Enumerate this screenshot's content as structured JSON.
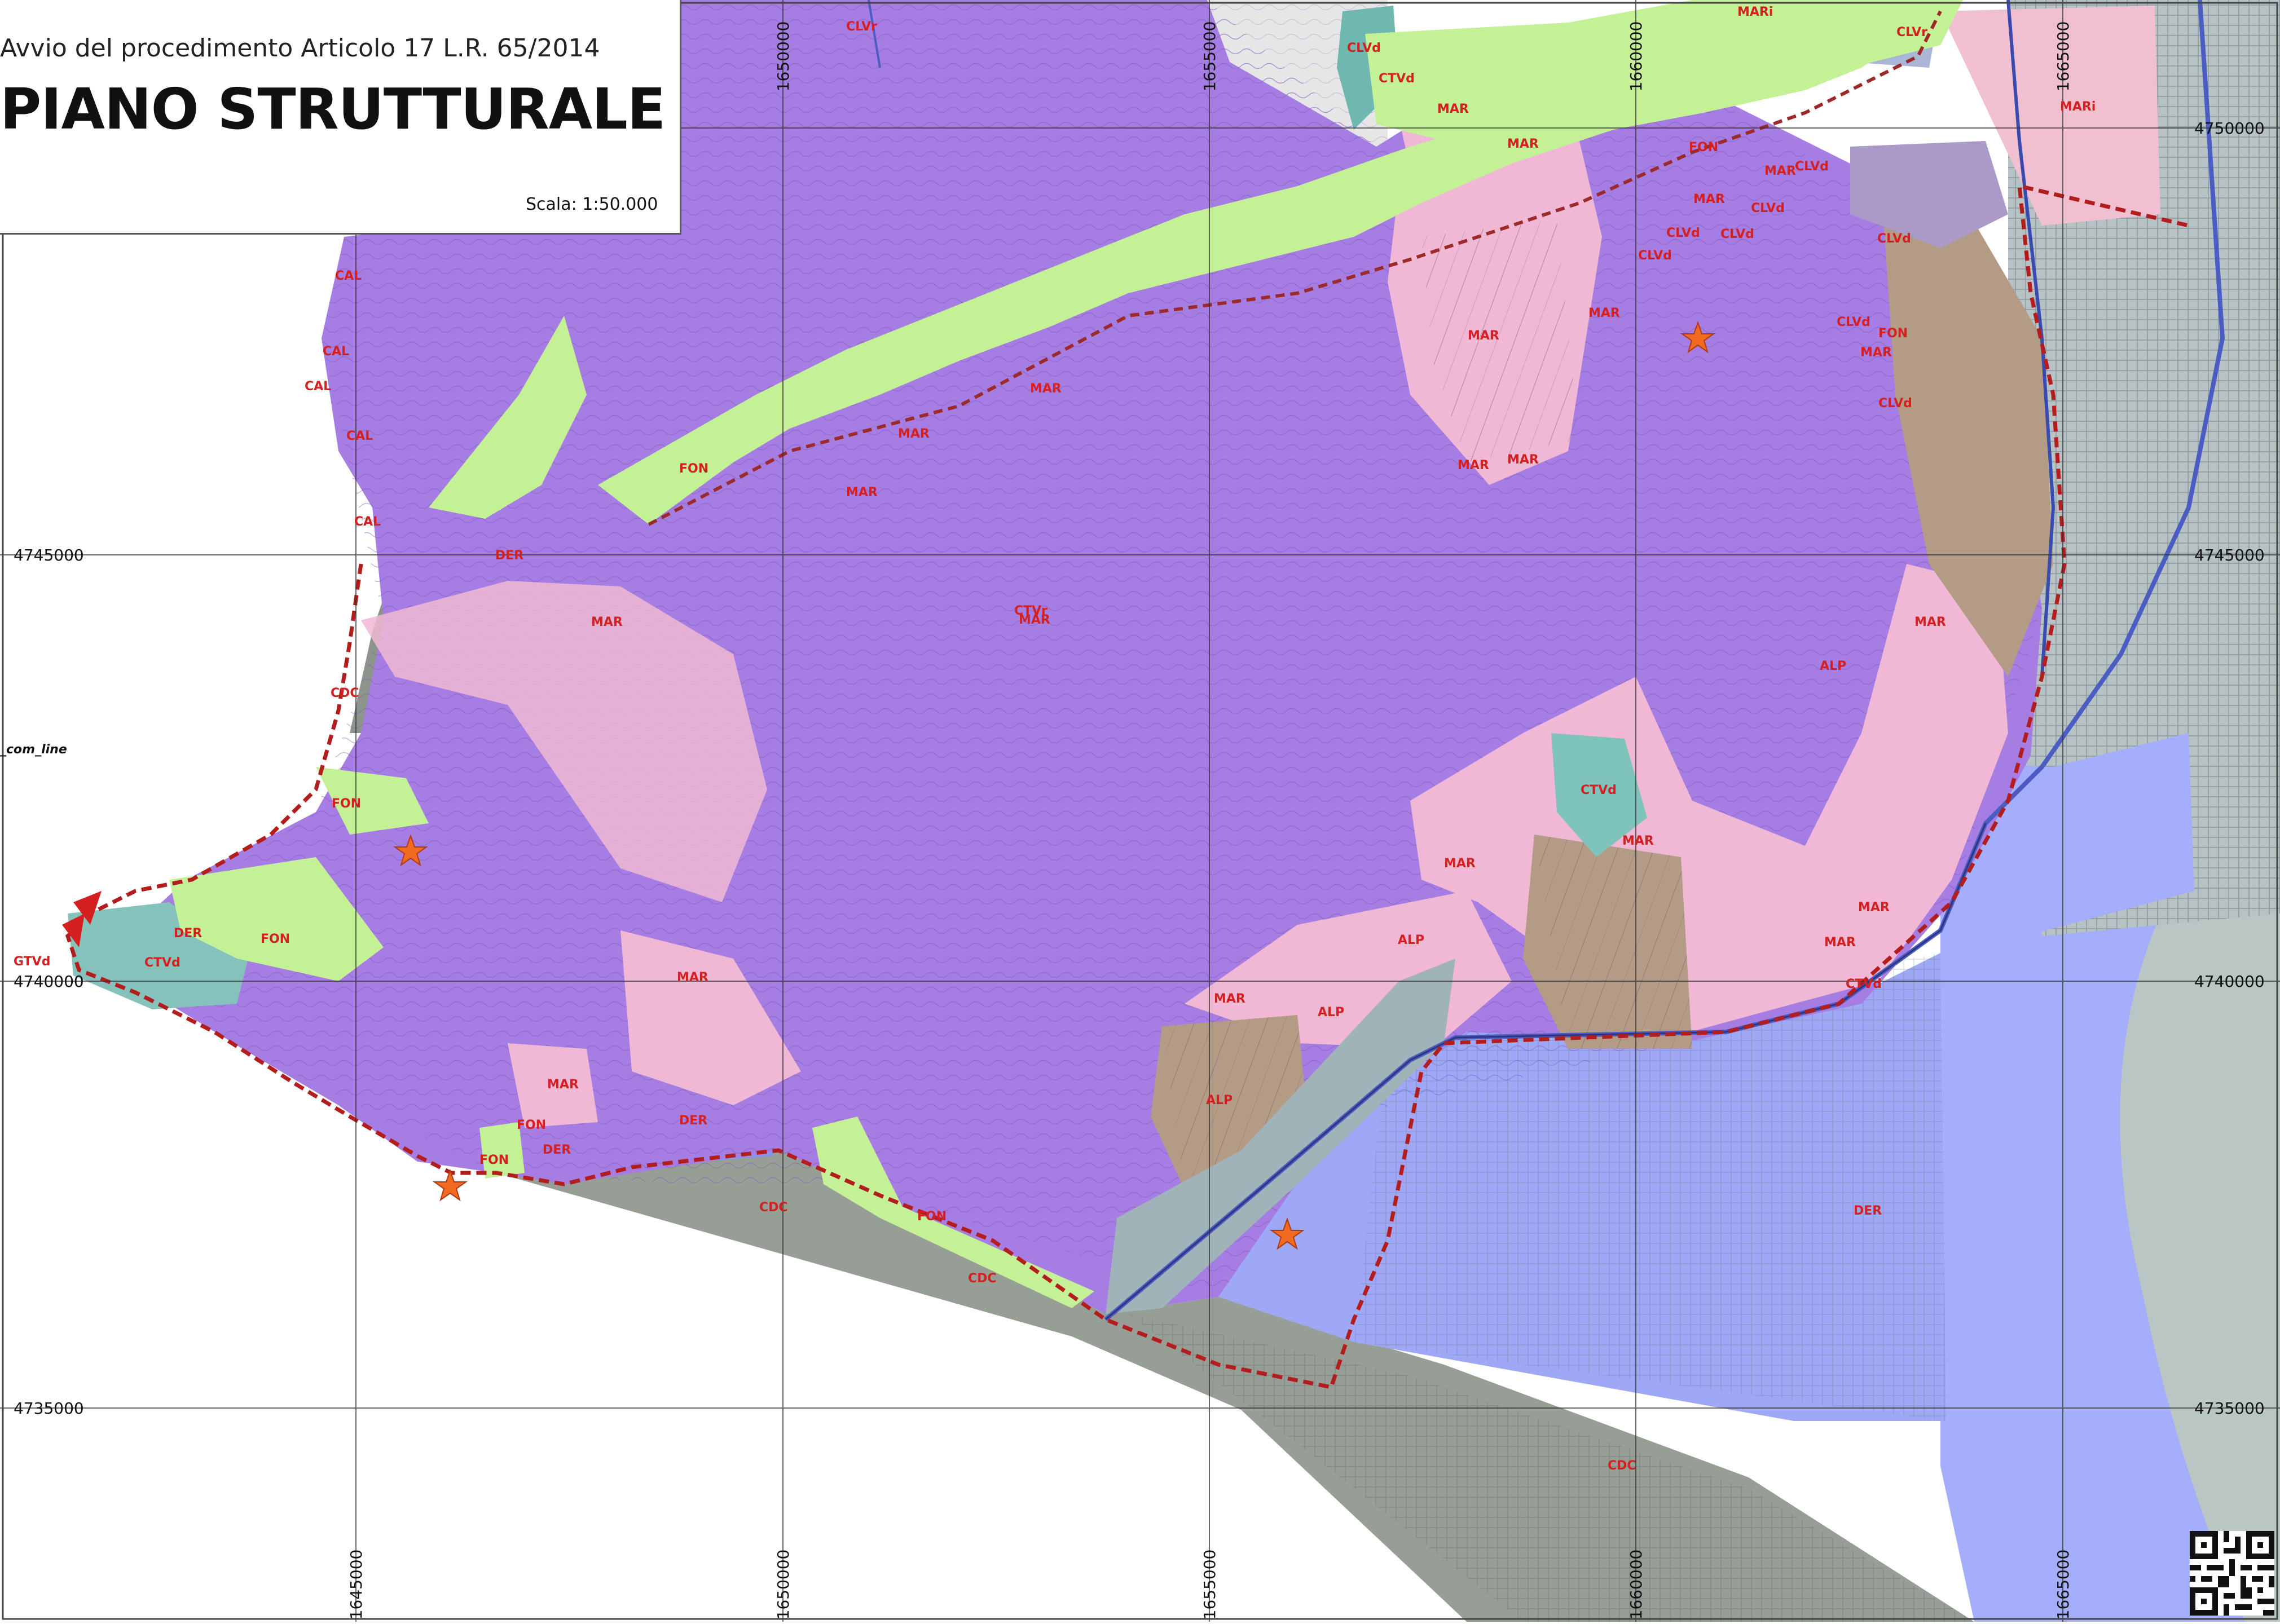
{
  "header": {
    "subtitle": "Avvio del procedimento Articolo 17 L.R. 65/2014",
    "title": "PIANO STRUTTURALE",
    "scale_label": "Scala:",
    "scale_value": "1:50.000"
  },
  "side_label": "_com_line",
  "grid": {
    "eastings": [
      "1645000",
      "1650000",
      "1655000",
      "1660000",
      "1665000"
    ],
    "northings": [
      "4750000",
      "4745000",
      "4740000",
      "4735000"
    ]
  },
  "unit_labels": [
    "CLVr",
    "MARi",
    "CLVr",
    "MARi",
    "CLVd",
    "CTVd",
    "MAR",
    "MAR",
    "FON",
    "MAR",
    "CLVd",
    "CLVd",
    "MAR",
    "CLVd",
    "CLVd",
    "CLVd",
    "CLVd",
    "MAR",
    "MAR",
    "CLVd",
    "FON",
    "MAR",
    "CLVd",
    "CAL",
    "CAL",
    "CAL",
    "CAL",
    "CAL",
    "MAR",
    "MAR",
    "FON",
    "MAR",
    "MAR",
    "MAR",
    "DER",
    "MAR",
    "CTVr",
    "ALP",
    "MAR",
    "CDC",
    "FON",
    "CTVd",
    "MAR",
    "MAR",
    "MAR",
    "DER",
    "FON",
    "CTVd",
    "GTVd",
    "MAR",
    "MAR",
    "ALP",
    "ALP",
    "MAR",
    "CTVd",
    "MAR",
    "DER",
    "ALP",
    "FON",
    "DER",
    "FON",
    "CDC",
    "FON",
    "CDC",
    "DER",
    "CDC",
    "MAR"
  ],
  "colors": {
    "calcarenite_purple": "#a67de2",
    "marine_pink": "#f0b8d4",
    "fluvial_green": "#c4f096",
    "teal_ctv": "#6fb8b0",
    "brown_alp": "#b49b86",
    "blue_der": "#9aa6f2",
    "grey_cdc": "#9aa298",
    "boundary_red": "#b31d1d",
    "label_red": "#d42020"
  },
  "symbols": [
    "star-marker",
    "star-marker",
    "star-marker",
    "star-marker"
  ]
}
